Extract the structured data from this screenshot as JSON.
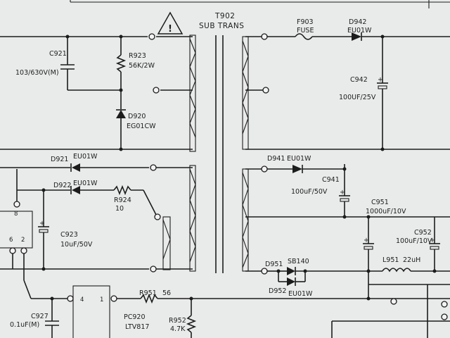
{
  "transformer": {
    "ref": "T902",
    "name": "SUB TRANS"
  },
  "components": {
    "c921": {
      "ref": "C921",
      "value": "103/630V(M)"
    },
    "r923": {
      "ref": "R923",
      "value": "56K/2W"
    },
    "d920": {
      "ref": "D920",
      "value": "EG01CW"
    },
    "d921": {
      "ref": "D921",
      "value": "EU01W"
    },
    "d922": {
      "ref": "D922",
      "value": "EU01W"
    },
    "r924": {
      "ref": "R924",
      "value": "10"
    },
    "c923": {
      "ref": "C923",
      "value": "10uF/50V"
    },
    "c927": {
      "ref": "C927",
      "value": "0.1uF(M)"
    },
    "r951": {
      "ref": "R951",
      "value": "56"
    },
    "r952": {
      "ref": "R952",
      "value": "4.7K"
    },
    "pc920": {
      "ref": "PC920",
      "value": "LTV817"
    },
    "f903": {
      "ref": "F903",
      "value": "FUSE"
    },
    "d942": {
      "ref": "D942",
      "value": "EU01W"
    },
    "c942": {
      "ref": "C942",
      "value": "100UF/25V"
    },
    "d941": {
      "ref": "D941",
      "value": "EU01W"
    },
    "c941": {
      "ref": "C941",
      "value": "100uF/50V"
    },
    "c951": {
      "ref": "C951",
      "value": "1000uF/10V"
    },
    "c952": {
      "ref": "C952",
      "value": "100uF/10V"
    },
    "d951": {
      "ref": "D951",
      "value": "SB140"
    },
    "d952": {
      "ref": "D952",
      "value": "EU01W"
    },
    "l951": {
      "ref": "L951",
      "value": "22uH"
    }
  },
  "pins": {
    "ic_8": "8",
    "ic_6": "6",
    "ic_2": "2",
    "pc_4": "4",
    "pc_1": "1"
  },
  "polarity": {
    "plus": "+"
  },
  "warning": {
    "symbol": "!"
  }
}
